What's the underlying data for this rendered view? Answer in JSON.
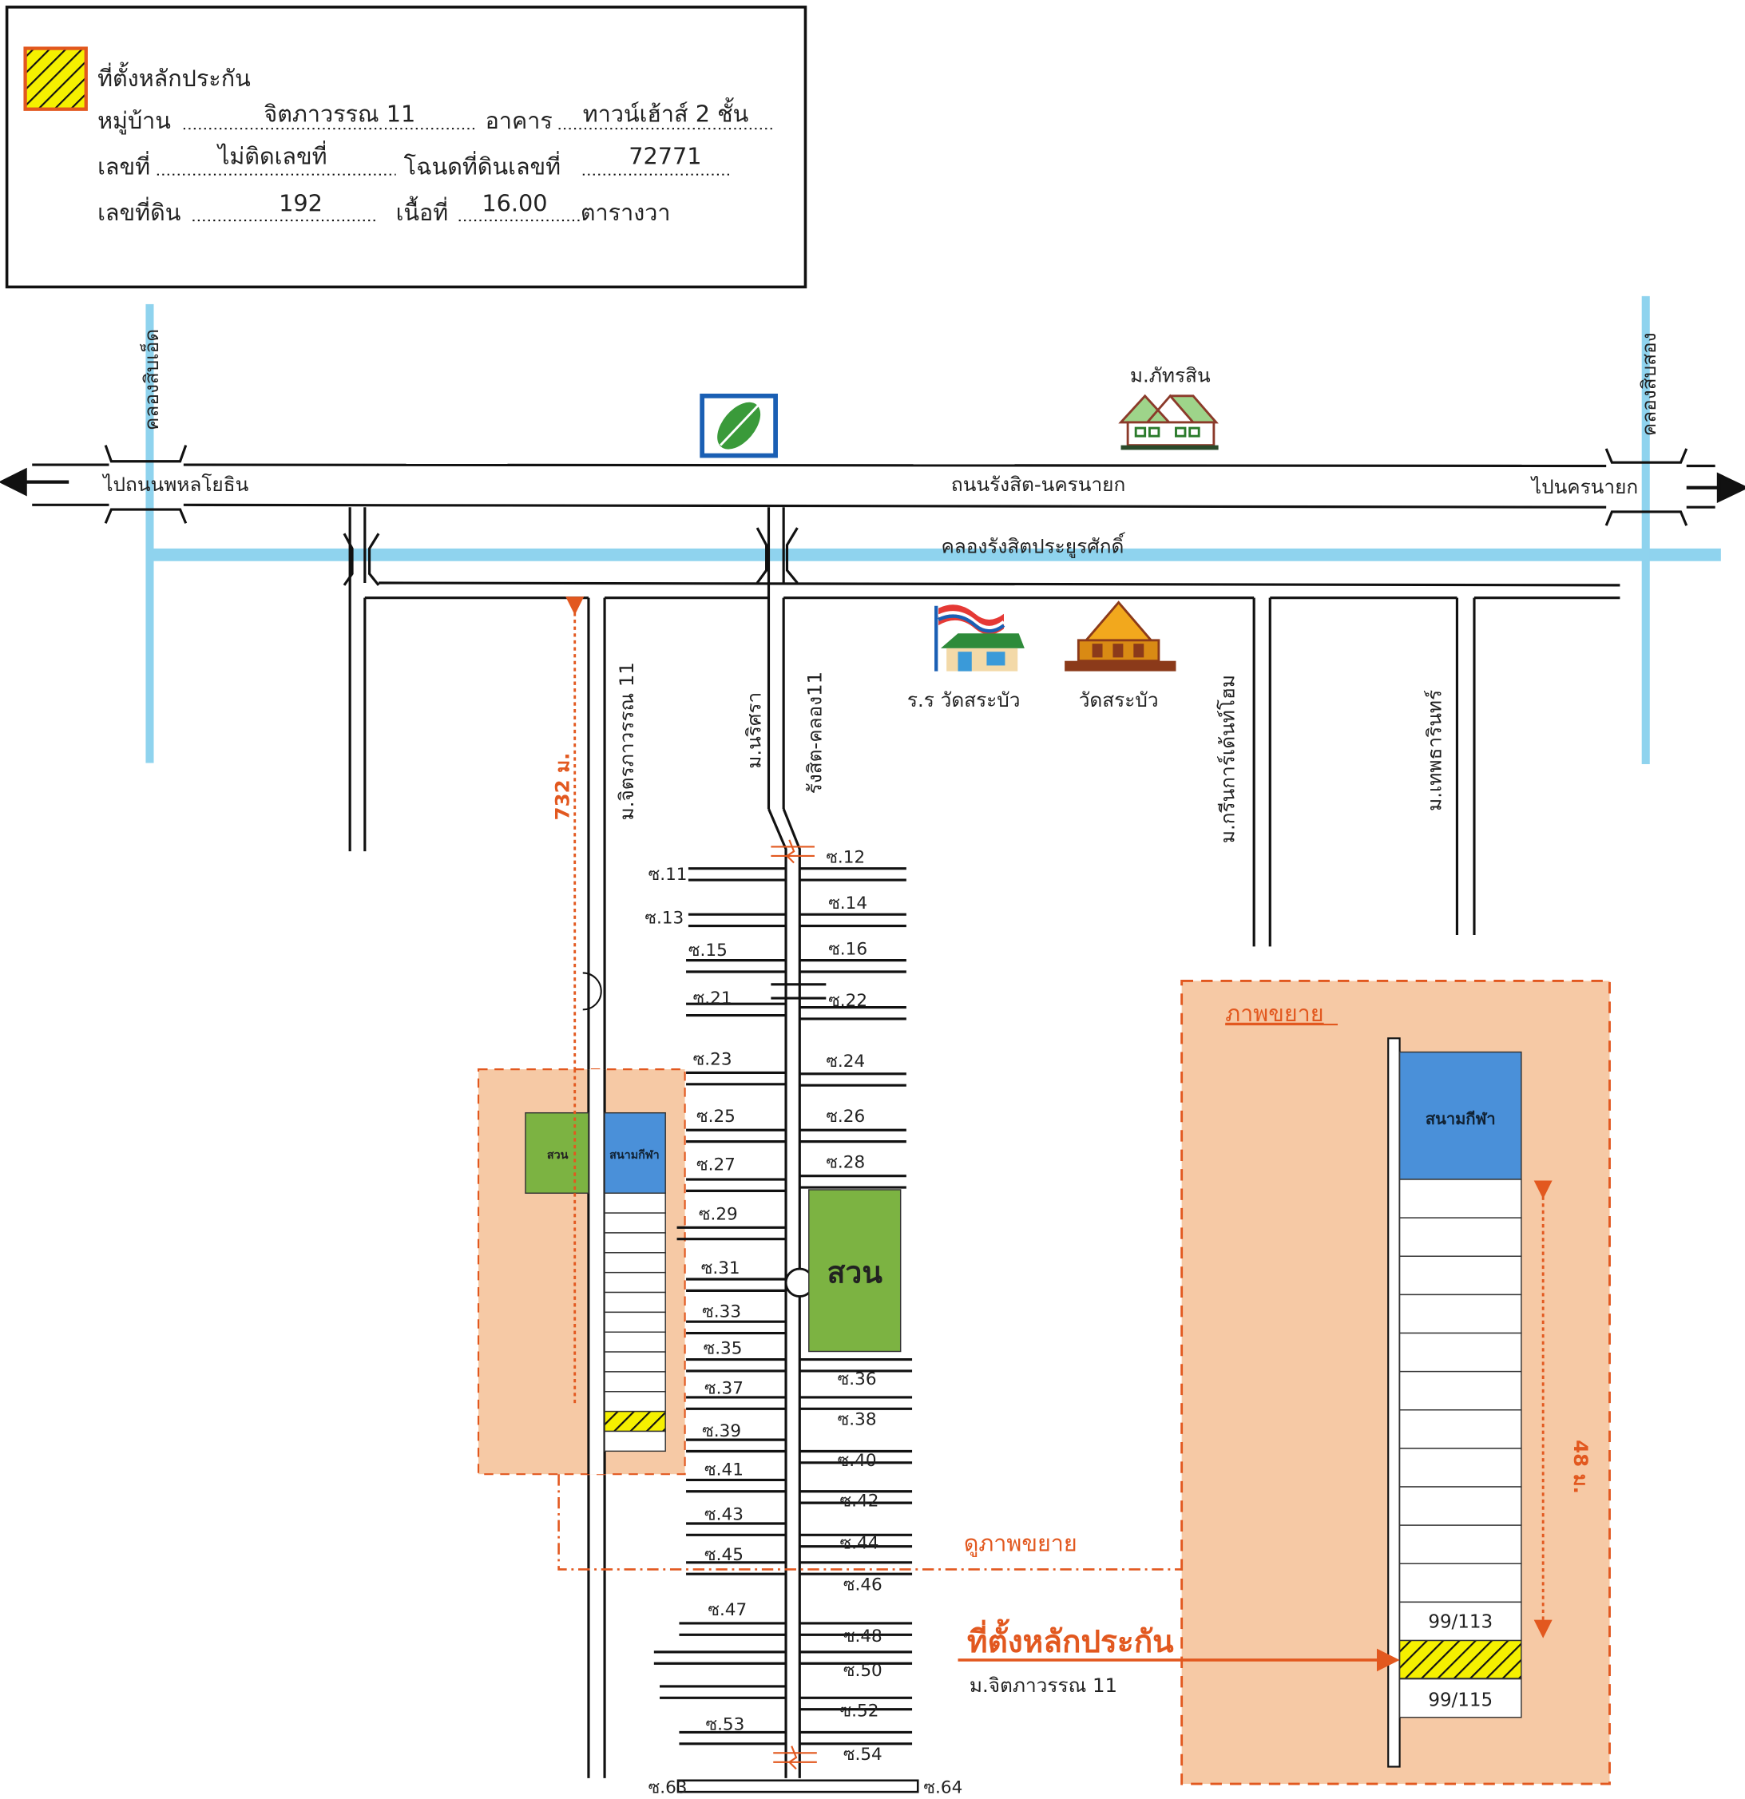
{
  "legend": {
    "title": "ที่ตั้งหลักประกัน",
    "village_label": "หมู่บ้าน",
    "village_value": "จิตภาวรรณ 11",
    "building_label": "อาคาร",
    "building_value": "ทาวน์เฮ้าส์ 2 ชั้น",
    "house_no_label": "เลขที่",
    "house_no_value": "ไม่ติดเลขที่",
    "deed_label": "โฉนดที่ดินเลขที่",
    "deed_value": "72771",
    "land_no_label": "เลขที่ดิน",
    "land_no_value": "192",
    "area_label": "เนื้อที่",
    "area_value": "16.00",
    "area_unit": "ตารางวา"
  },
  "roads": {
    "main_road": "ถนนรังสิต-นครนายก",
    "to_left": "ไปถนนพหลโยธิน",
    "to_right": "ไปนครนายก",
    "village_road": "ม.จิตรภาวรรณ 11",
    "narisra": "ม.นริศรา",
    "rangsit_khlong11": "รังสิต-คลอง11",
    "green_garden": "ม.กรีนการ์เด้นท์โฮม",
    "thep_tharin": "ม.เทพธารินทร์"
  },
  "canals": {
    "left": "คลองสิบเอ็ด",
    "right": "คลองสิบสอง",
    "main": "คลองรังสิตประยูรศักดิ์"
  },
  "landmarks": {
    "phattharasin": "ม.ภัทรสิน",
    "school": "ร.ร วัดสระบัว",
    "temple": "วัดสระบัว",
    "park": "สวน",
    "stadium": "สนามกีฬา",
    "gas_station_icon": "bangchak-leaf-logo"
  },
  "sois": {
    "left": [
      "ซ.11",
      "ซ.13",
      "ซ.15",
      "ซ.21",
      "ซ.23",
      "ซ.25",
      "ซ.27",
      "ซ.29",
      "ซ.31",
      "ซ.33",
      "ซ.35",
      "ซ.37",
      "ซ.39",
      "ซ.41",
      "ซ.43",
      "ซ.45",
      "ซ.47",
      "",
      "",
      "ซ.53"
    ],
    "right": [
      "ซ.12",
      "ซ.14",
      "ซ.16",
      "ซ.22",
      "ซ.24",
      "ซ.26",
      "ซ.28",
      "ซ.36",
      "ซ.38",
      "ซ.40",
      "ซ.42",
      "ซ.44",
      "ซ.46",
      "ซ.48",
      "ซ.50",
      "ซ.52",
      "ซ.54"
    ],
    "end_left": "ซ.63",
    "end_right": "ซ.64"
  },
  "distances": {
    "from_main_road": "732 ม.",
    "enlarged": "48 ม."
  },
  "callouts": {
    "see_enlarged": "ดูภาพขยาย",
    "enlarged_title": "ภาพขยาย",
    "collateral_location": "ที่ตั้งหลักประกัน",
    "collateral_village": "ม.จิตภาวรรณ 11"
  },
  "lots": {
    "above": "99/113",
    "below": "99/115"
  },
  "colors": {
    "canal": "#8fd3ee",
    "highlight_area": "#f6c9a5",
    "annotation": "#e2581f",
    "park": "#7cb342",
    "stadium": "#4a90d9",
    "collateral_hatch": "#f5f000"
  }
}
